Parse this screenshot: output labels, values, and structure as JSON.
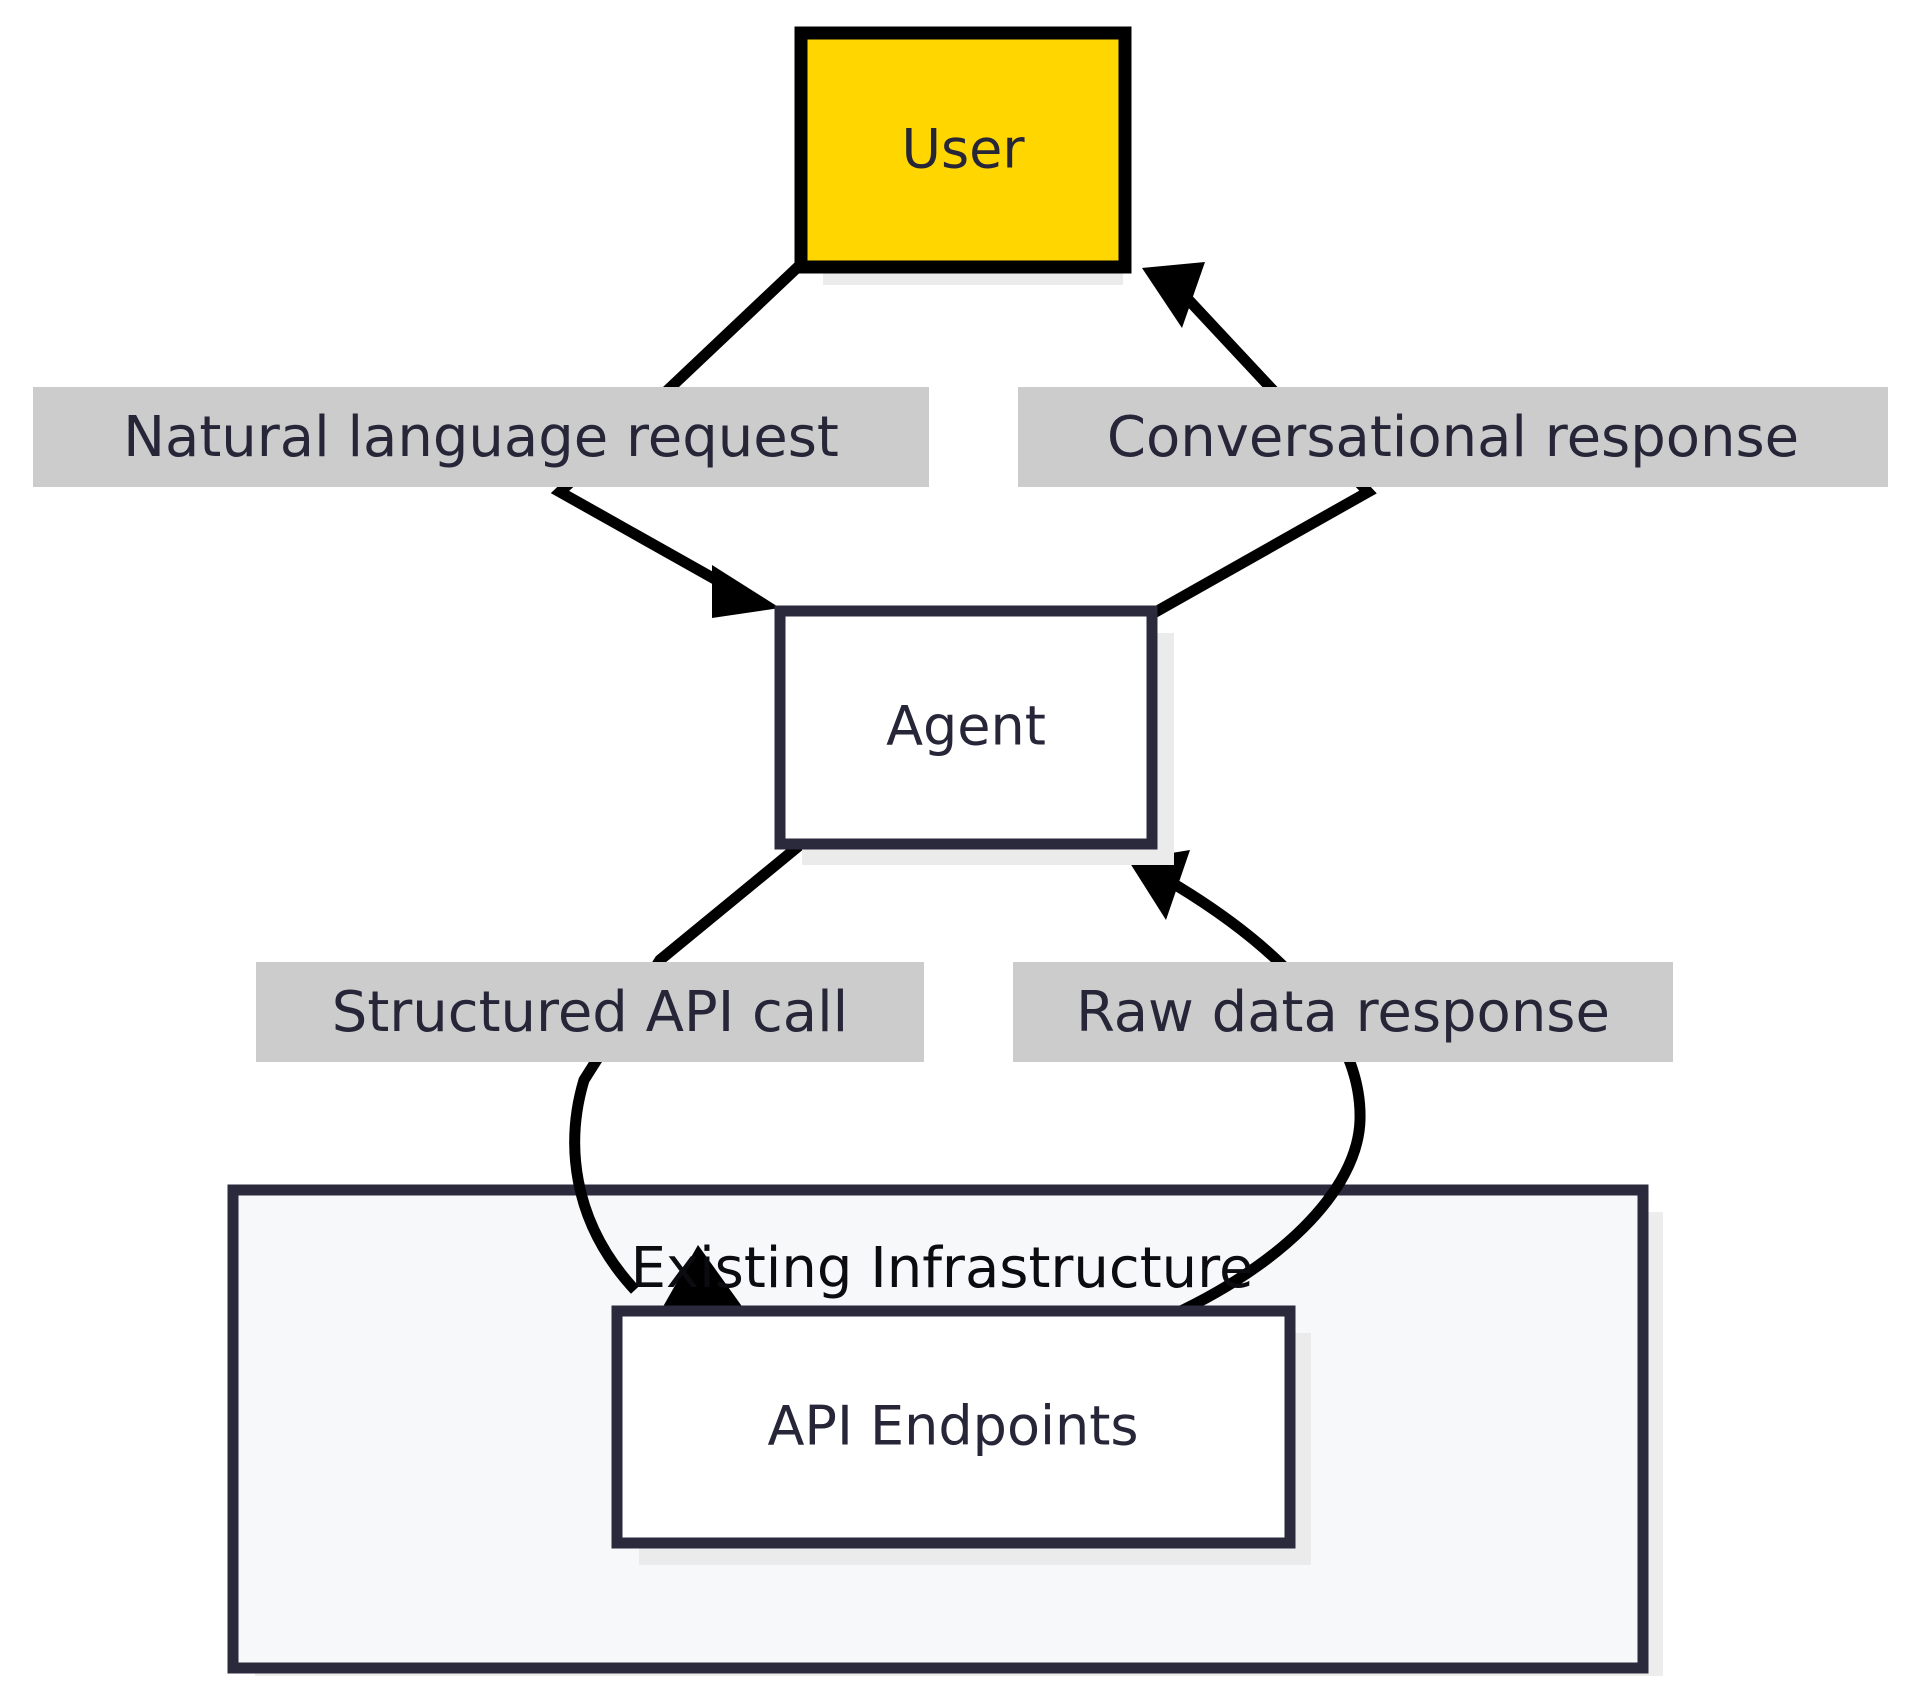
{
  "diagram": {
    "type": "flowchart",
    "title": "Agent to Existing Infrastructure flow",
    "colors": {
      "user_fill": "#FFD600",
      "user_stroke": "#000000",
      "node_fill": "#FFFFFF",
      "node_stroke": "#2A2A3C",
      "cluster_fill": "#F7F8FA",
      "cluster_stroke": "#2A2A3C",
      "edge_stroke": "#000000",
      "label_bg": "#CCCCCC",
      "label_text": "#262638",
      "cluster_title_text": "#0B0B10",
      "shadow": "#EBEBEB"
    },
    "nodes": [
      {
        "id": "user",
        "label": "User"
      },
      {
        "id": "agent",
        "label": "Agent"
      },
      {
        "id": "api",
        "label": "API Endpoints"
      }
    ],
    "clusters": [
      {
        "id": "infra",
        "label": "Existing Infrastructure",
        "contains": [
          "api"
        ]
      }
    ],
    "edges": [
      {
        "id": "e1",
        "from": "user",
        "to": "agent",
        "label": "Natural language request"
      },
      {
        "id": "e2",
        "from": "agent",
        "to": "user",
        "label": "Conversational response"
      },
      {
        "id": "e3",
        "from": "agent",
        "to": "api",
        "label": "Structured API call"
      },
      {
        "id": "e4",
        "from": "api",
        "to": "agent",
        "label": "Raw data response"
      }
    ]
  }
}
